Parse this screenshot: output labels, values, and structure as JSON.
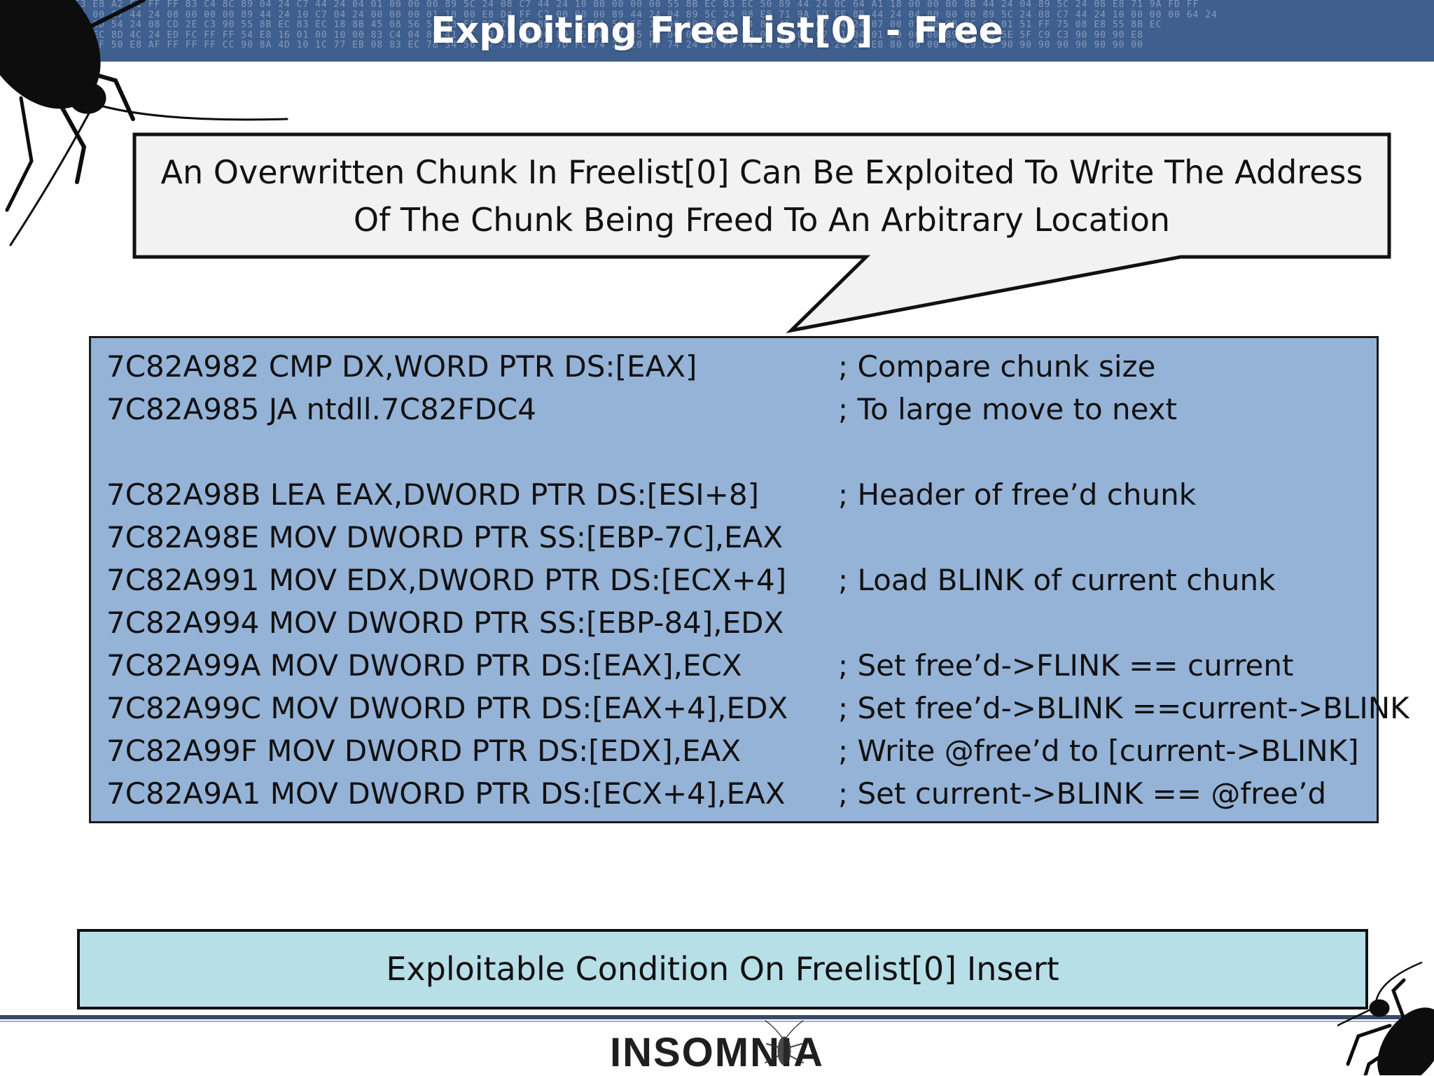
{
  "header": {
    "title": "Exploiting FreeList[0] - Free",
    "hex_background": "59 6A 57 51 53 E8 A2 E1 FF FF 83 C4 8C 89 04 24 C7 44 24 04 01 00 00 00 89 5C 24 08 C7 44 24 10 00 00 00 00 55 8B EC 83 EC 50 89 44 24 0C 64 A1 18 00 00 00 8B 44 24 04 89 5C 24 08 E8 71 9A FD FF\n8B 4D 04 00 00 00 C7 44 24 08 00 00 00 89 44 24 10 C7 04 24 00 00 00 01 10 00 E8 D4 FF C2 00 00 00 89 44 24 04 89 5C 24 08 E8 71 9A FD FF 8B 44 24 04 00 00 00 89 5C 24 08 C7 44 24 10 00 00 00 64 24\n01 F6 64 24 00 8D 54 24 08 CD 2E C3 90 55 8B EC 83 EC 18 8B 45 08 56 57 33 FF 89 7D FC 8D 4D FC 51 50 FF 15 00 10 00 89 04 89 45 0C 07 04 24 07 00 01 00 8B CC 6A 01 51 FF 75 08 E8 55 8B EC\n01 85 C0 55 8B EC 8D 4C 24 ED FC FF FF 54 E8 16 01 00 10 00 83 C4 04 89 41 0C 83 61 10 00 89 45 08 C7 45 FC 00 00 00 61 08 00 89 01 C7 41 04 01 00 00 00 89 41 08 5E 5F C9 C3 90 90 90 E8\n8B 45 08 E0 FF FF 50 E8 AF FF FF FF CC 90 8A 4D 10 1C 77 EB 08 83 EC 78 54 56 57 33 FF 89 7D FC 74 24 20 FF 74 24 20 FF 74 24 20 FF 74 24 20 E8 80 00 00 00 C9 C3 90 90 90 90 90 90 90 00"
  },
  "callout": {
    "line1": "An Overwritten Chunk In Freelist[0] Can Be Exploited To Write The Address",
    "line2": "Of The Chunk Being Freed To An Arbitrary Location"
  },
  "code": {
    "rows": [
      {
        "instr": "7C82A982 CMP DX,WORD PTR DS:[EAX]",
        "comment": "; Compare chunk size"
      },
      {
        "instr": "7C82A985 JA ntdll.7C82FDC4",
        "comment": "; To large move to next"
      },
      {
        "instr": "",
        "comment": ""
      },
      {
        "instr": "7C82A98B LEA EAX,DWORD PTR DS:[ESI+8]",
        "comment": "; Header of free’d chunk"
      },
      {
        "instr": "7C82A98E MOV DWORD PTR SS:[EBP-7C],EAX",
        "comment": ""
      },
      {
        "instr": "7C82A991 MOV EDX,DWORD PTR DS:[ECX+4]",
        "comment": "; Load BLINK of current chunk"
      },
      {
        "instr": "7C82A994 MOV DWORD PTR SS:[EBP-84],EDX",
        "comment": ""
      },
      {
        "instr": "7C82A99A MOV DWORD PTR DS:[EAX],ECX",
        "comment": "; Set free’d->FLINK == current"
      },
      {
        "instr": "7C82A99C MOV DWORD PTR DS:[EAX+4],EDX",
        "comment": "; Set free’d->BLINK ==current->BLINK"
      },
      {
        "instr": "7C82A99F MOV DWORD PTR DS:[EDX],EAX",
        "comment": "; Write @free’d to [current->BLINK]"
      },
      {
        "instr": "7C82A9A1 MOV DWORD PTR DS:[ECX+4],EAX",
        "comment": "; Set current->BLINK == @free’d"
      }
    ]
  },
  "footer_box": {
    "text": "Exploitable Condition On Freelist[0] Insert"
  },
  "logo": {
    "text": "INSOMNIA"
  },
  "colors": {
    "header_band": "#3f5f8e",
    "code_box": "#95b3d7",
    "footer_box": "#b7dfe8",
    "callout_fill": "#f2f2f2"
  },
  "icons": [
    "cockroach-icon",
    "cockroach-icon",
    "cockroach-icon"
  ]
}
